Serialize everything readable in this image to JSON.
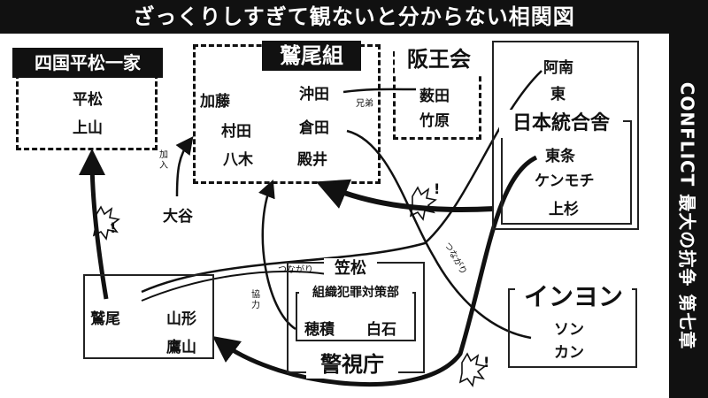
{
  "header": {
    "title": "ざっくりしすぎて観ないと分からない相関図"
  },
  "sidebar": {
    "text": "CONFLICT 最大の抗争 第七章"
  },
  "groups": {
    "shikoku": {
      "title": "四国平松一家",
      "members": [
        "平松",
        "上山"
      ]
    },
    "washio": {
      "title": "鷲尾組",
      "members": [
        "加藤",
        "村田",
        "八木",
        "沖田",
        "倉田",
        "殿井"
      ]
    },
    "sakaou": {
      "title": "阪王会",
      "members": [
        "薮田",
        "竹原"
      ]
    },
    "nihon_tougou": {
      "title": "日本統合舎",
      "members": [
        "阿南",
        "東",
        "東条",
        "ケンモチ",
        "上杉"
      ]
    },
    "keishicho": {
      "title": "警視庁",
      "members": [
        "笠松"
      ]
    },
    "soshiki_hanzai": {
      "title": "組織犯罪対策部",
      "members": [
        "穂積",
        "白石"
      ]
    },
    "innyon": {
      "title": "インヨン",
      "members": [
        "ソン",
        "カン"
      ]
    },
    "washio_group": {
      "members": [
        "鷲尾",
        "山形",
        "鷹山"
      ]
    }
  },
  "standalone": {
    "otani": "大谷"
  },
  "labels": {
    "kanyu": "加入",
    "kyoudai": "兄弟",
    "tsunagari1": "つながり",
    "tsunagari2": "つながり",
    "kyouryoku": "協力",
    "bang1": "!",
    "bang2": "!",
    "bang3": "!"
  }
}
